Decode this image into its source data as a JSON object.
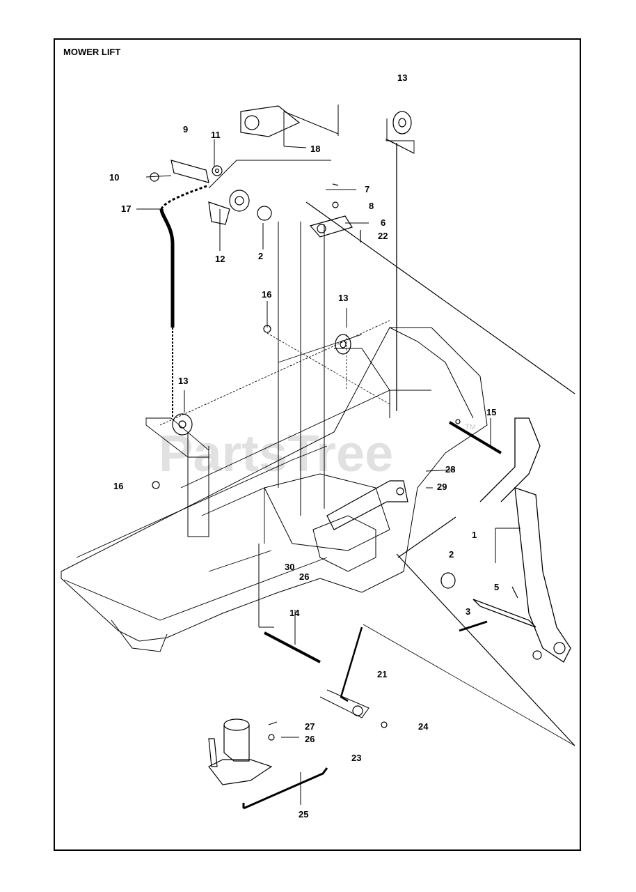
{
  "diagram": {
    "title": "MOWER LIFT",
    "watermark": "PartsTree",
    "watermark_mark": "TM",
    "callouts": [
      {
        "id": "c13a",
        "label": "13"
      },
      {
        "id": "c9",
        "label": "9"
      },
      {
        "id": "c11",
        "label": "11"
      },
      {
        "id": "c18",
        "label": "18"
      },
      {
        "id": "c10",
        "label": "10"
      },
      {
        "id": "c7",
        "label": "7"
      },
      {
        "id": "c8",
        "label": "8"
      },
      {
        "id": "c17",
        "label": "17"
      },
      {
        "id": "c6",
        "label": "6"
      },
      {
        "id": "c22",
        "label": "22"
      },
      {
        "id": "c12",
        "label": "12"
      },
      {
        "id": "c2a",
        "label": "2"
      },
      {
        "id": "c16a",
        "label": "16"
      },
      {
        "id": "c13b",
        "label": "13"
      },
      {
        "id": "c13c",
        "label": "13"
      },
      {
        "id": "c15",
        "label": "15"
      },
      {
        "id": "c28",
        "label": "28"
      },
      {
        "id": "c16b",
        "label": "16"
      },
      {
        "id": "c29",
        "label": "29"
      },
      {
        "id": "c1",
        "label": "1"
      },
      {
        "id": "c2b",
        "label": "2"
      },
      {
        "id": "c30",
        "label": "30"
      },
      {
        "id": "c26a",
        "label": "26"
      },
      {
        "id": "c5",
        "label": "5"
      },
      {
        "id": "c3",
        "label": "3"
      },
      {
        "id": "c14",
        "label": "14"
      },
      {
        "id": "c21",
        "label": "21"
      },
      {
        "id": "c27",
        "label": "27"
      },
      {
        "id": "c24",
        "label": "24"
      },
      {
        "id": "c26b",
        "label": "26"
      },
      {
        "id": "c23",
        "label": "23"
      },
      {
        "id": "c25",
        "label": "25"
      }
    ]
  }
}
